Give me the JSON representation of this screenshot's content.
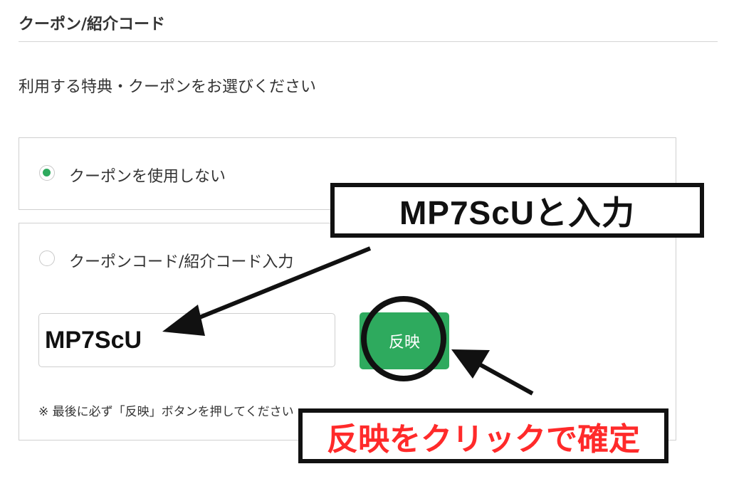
{
  "section": {
    "title": "クーポン/紹介コード",
    "instruction": "利用する特典・クーポンをお選びください"
  },
  "options": {
    "no_coupon_label": "クーポンを使用しない",
    "code_entry_label": "クーポンコード/紹介コード入力"
  },
  "code_input": {
    "value": "MP7ScU"
  },
  "apply_button": {
    "label": "反映"
  },
  "note": "※ 最後に必ず「反映」ボタンを押してください",
  "annotations": {
    "enter_code": "MP7ScUと入力",
    "click_apply": "反映をクリックで確定"
  },
  "colors": {
    "accent_green": "#2eaa5e",
    "annotation_red": "#ff2a2a",
    "annotation_black": "#111111"
  }
}
